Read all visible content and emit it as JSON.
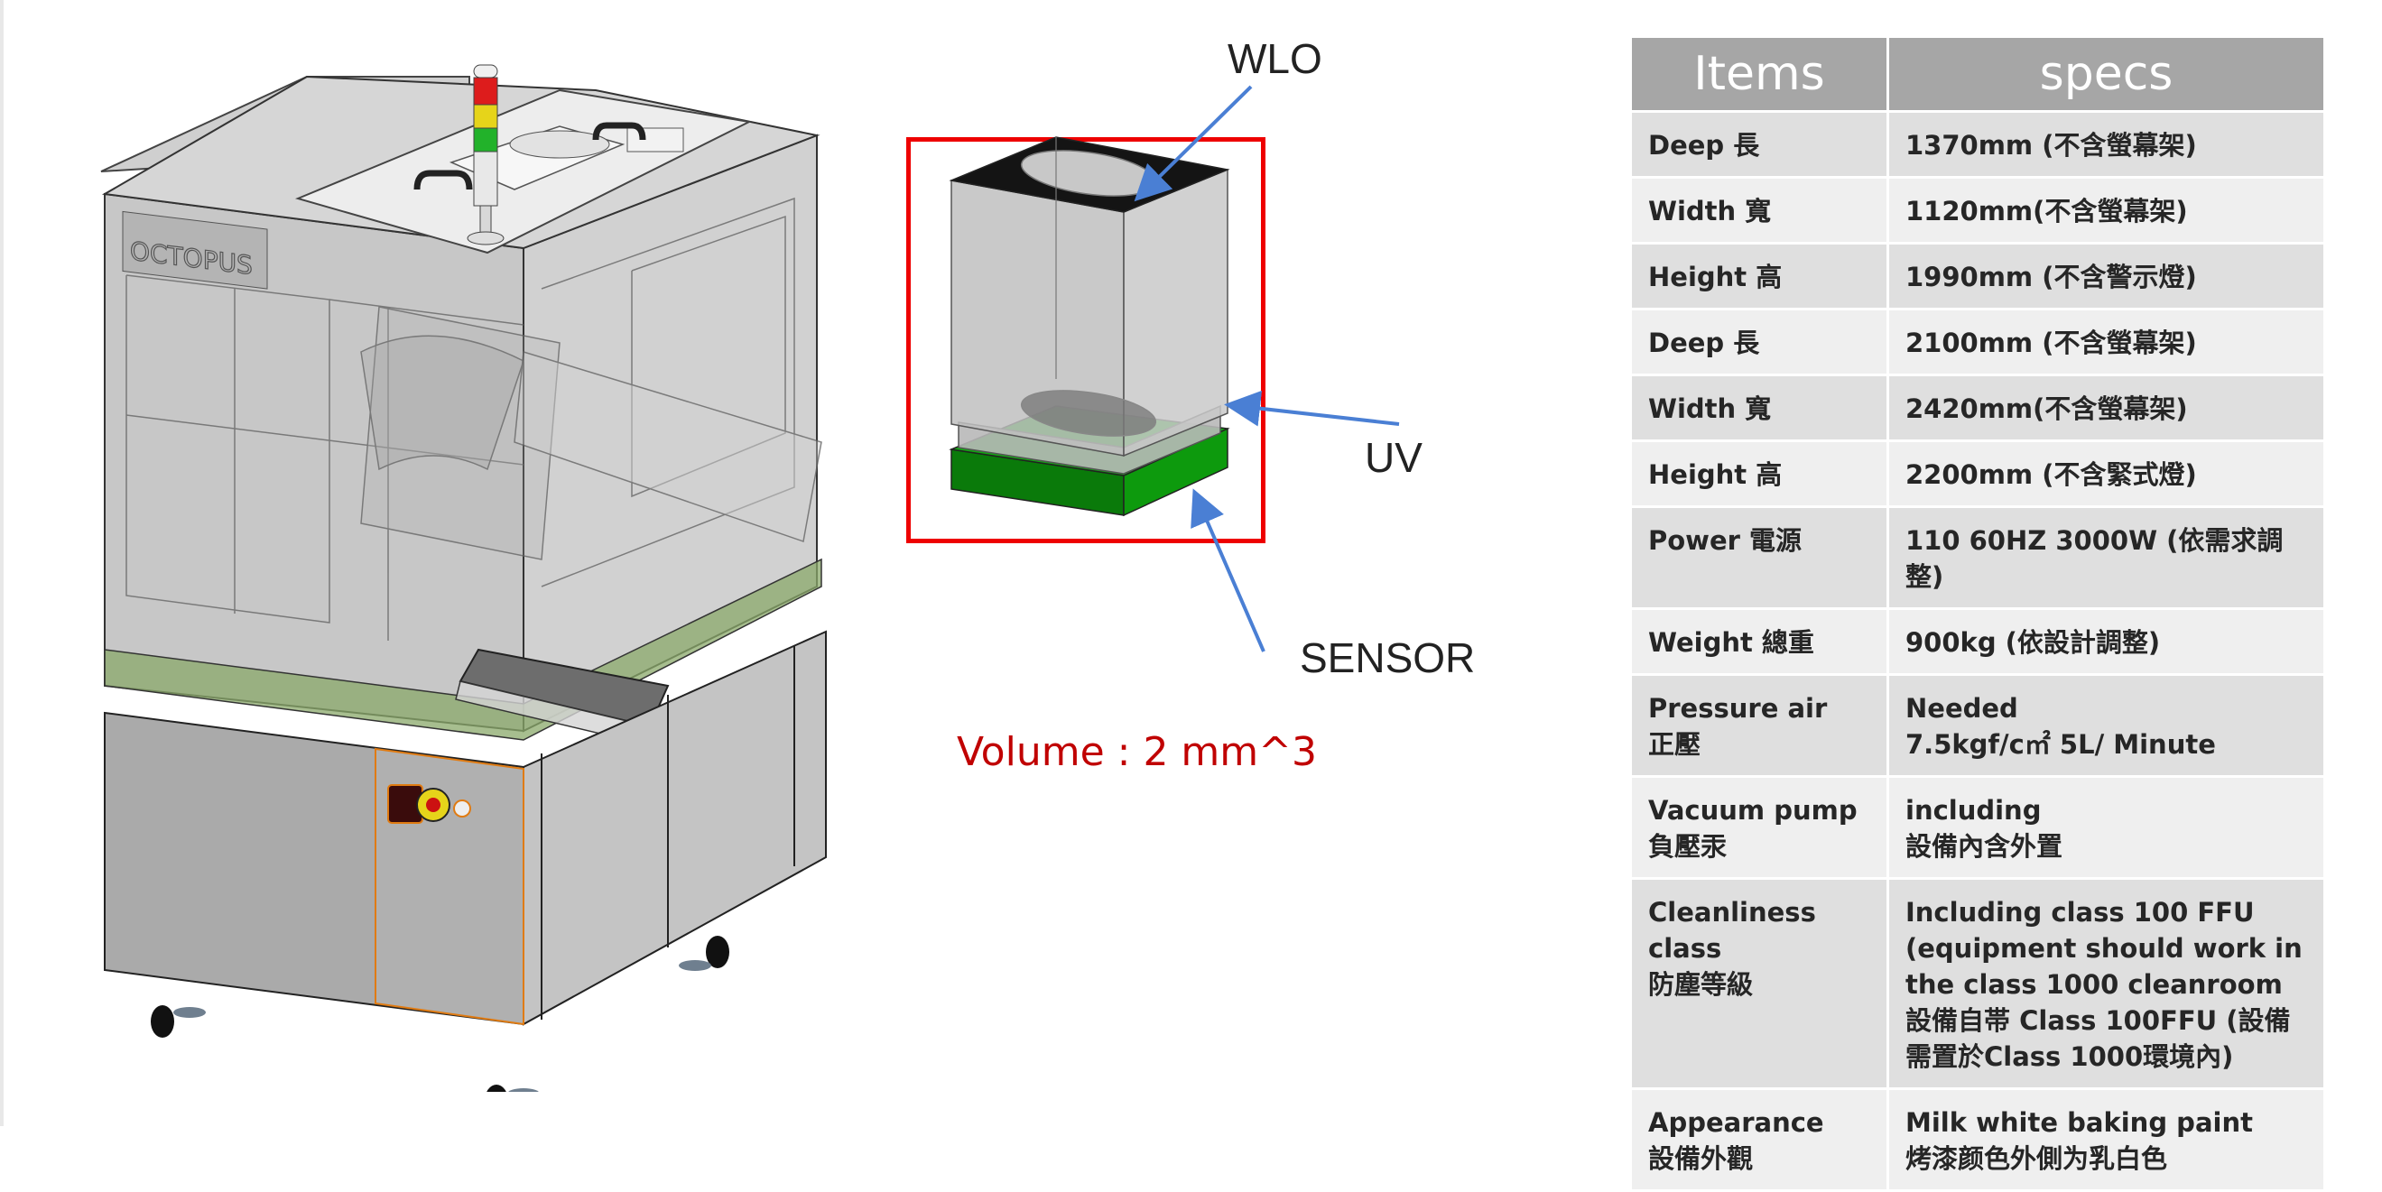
{
  "machine": {
    "brand_label": "OCTOPUS",
    "tower_light_colors": [
      "#dd1c1c",
      "#e6d41a",
      "#22b22a"
    ]
  },
  "diagram": {
    "labels": {
      "wlo": "WLO",
      "uv": "UV",
      "sensor": "SENSOR"
    },
    "volume_text": "Volume : 2 mm^3",
    "colors": {
      "frame": "#ee0000",
      "arrow": "#4a7fd4",
      "sensor_block": "#0d9a0d",
      "volume_text": "#c00000"
    }
  },
  "specs_table": {
    "headers": [
      "Items",
      "specs"
    ],
    "rows": [
      {
        "item": "Deep 長",
        "spec": "1370mm  (不含螢幕架)"
      },
      {
        "item": "Width 寬",
        "spec": "1120mm(不含螢幕架)"
      },
      {
        "item": "Height 高",
        "spec": "1990mm  (不含警示燈)"
      },
      {
        "item": "Deep 長",
        "spec": "2100mm  (不含螢幕架)"
      },
      {
        "item": "Width 寬",
        "spec": "2420mm(不含螢幕架)"
      },
      {
        "item": "Height 高",
        "spec": "2200mm  (不含緊式燈)"
      },
      {
        "item": "Power 電源",
        "spec": "110 60HZ 3000W (依需求調整)"
      },
      {
        "item": "Weight 總重",
        "spec": "900kg   (依設計調整)"
      },
      {
        "item": "Pressure air\n正壓",
        "spec": "Needed\n7.5kgf/c㎡    5L/ Minute"
      },
      {
        "item": "Vacuum pump\n負壓汞",
        "spec": "including\n設備內含外置"
      },
      {
        "item": "Cleanliness\nclass\n防塵等級",
        "spec": "Including class 100 FFU\n(equipment should work in\nthe class 1000 cleanroom\n設備自帯 Class 100FFU (設備\n需置於Class 1000環境內)"
      },
      {
        "item": "Appearance\n設備外觀",
        "spec": "Milk white baking paint\n烤漆颜色外側为乳白色"
      }
    ]
  }
}
